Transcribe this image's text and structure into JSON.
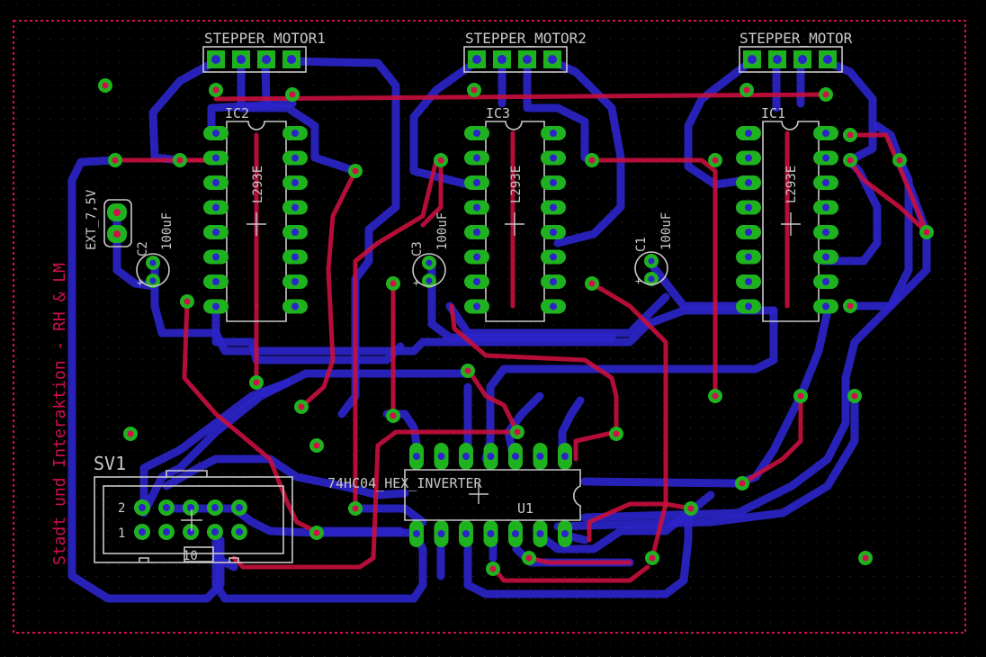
{
  "labels": {
    "stepper_motor_1": "STEPPER_MOTOR1",
    "stepper_motor_2": "STEPPER_MOTOR2",
    "stepper_motor_3": "STEPPER_MOTOR",
    "ic1": "IC1",
    "ic2": "IC2",
    "ic3": "IC3",
    "l293e_a": "L293E",
    "l293e_b": "L293E",
    "l293e_c": "L293E",
    "c1": "C1",
    "c2": "C2",
    "c3": "C3",
    "cap_value_1": "100uF",
    "cap_value_2": "100uF",
    "cap_value_3": "100uF",
    "ext_power": "EXT_7,5V",
    "sv1": "SV1",
    "sv1_pin2": "2",
    "sv1_pin1": "1",
    "sv1_pin10": "10",
    "u1": "U1",
    "hex_inverter": "74HC04_HEX_INVERTER",
    "credit": "Stadt und Interaktion - RH & LM"
  },
  "colors": {
    "background": "#000000",
    "bottom_copper": "#2b24c8",
    "top_copper": "#c8103e",
    "pads": "#1fb21f",
    "silkscreen": "#c8c8c8",
    "dimension": "#d0104a"
  }
}
